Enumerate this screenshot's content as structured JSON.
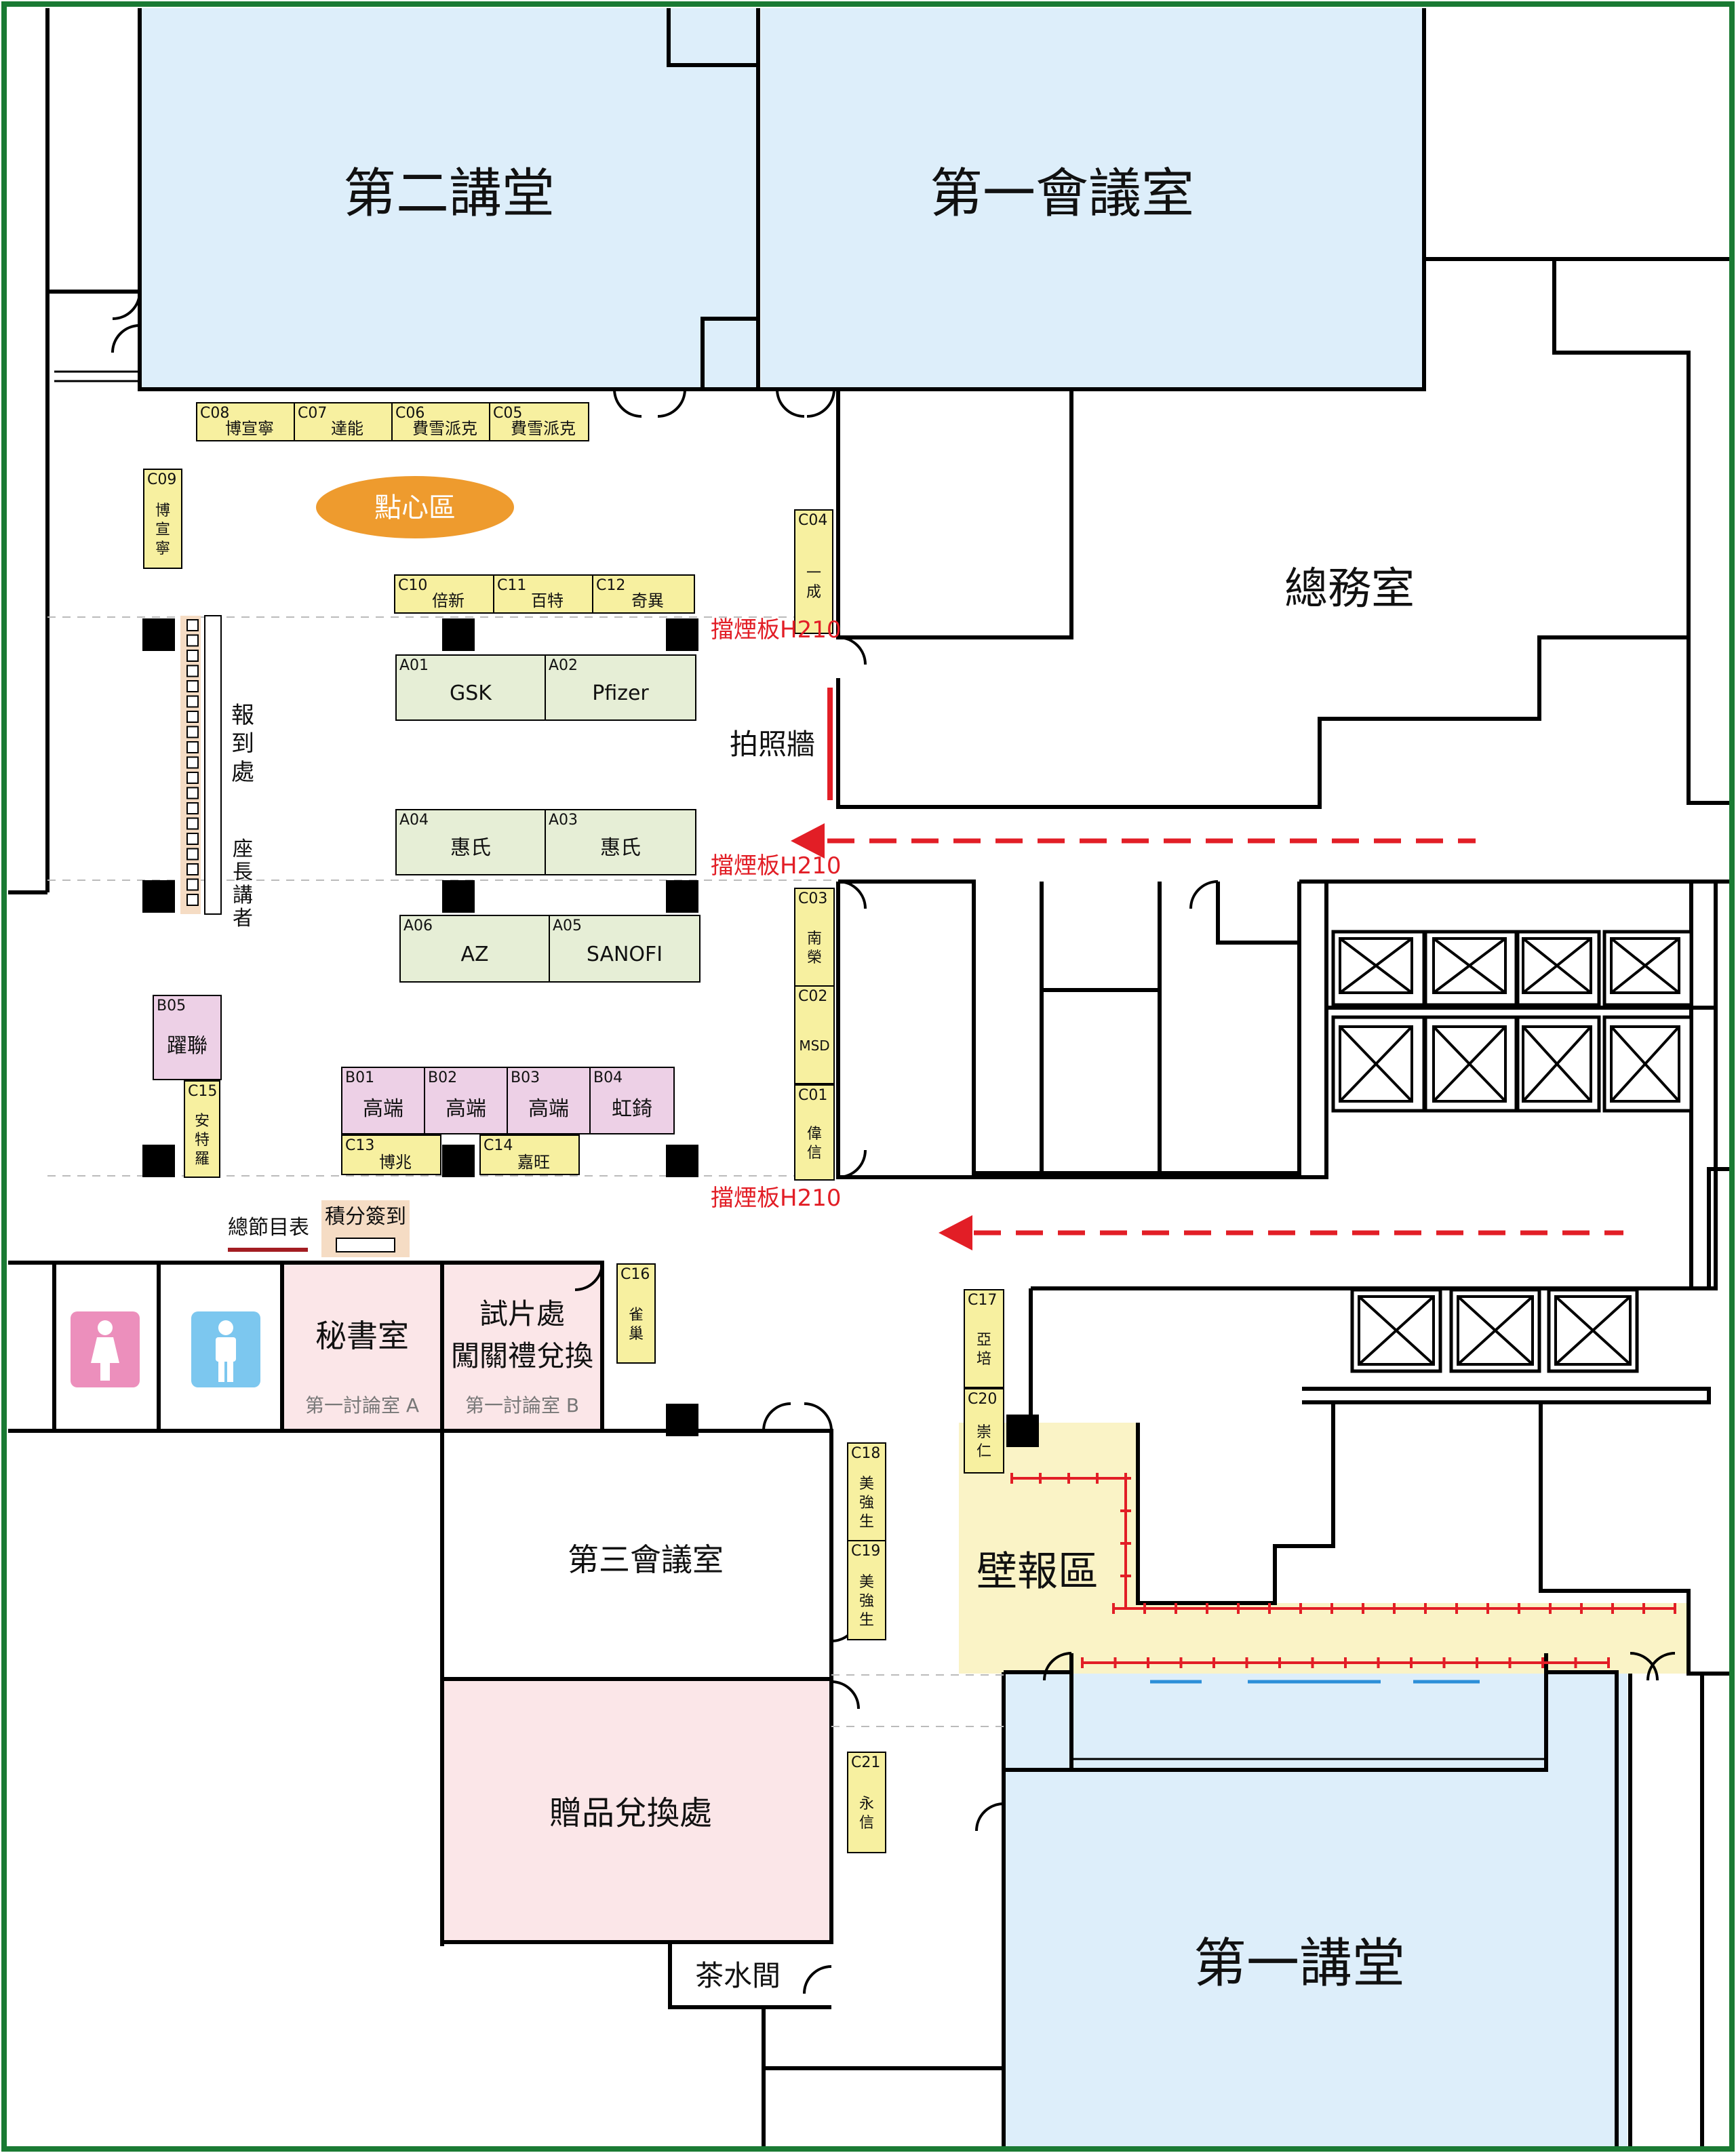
{
  "colors": {
    "frame": "#1a7a33",
    "wall": "#000000",
    "hall_fill": "#ddeefa",
    "booth_c": "#f7f0a0",
    "booth_a": "#e6eed6",
    "booth_b": "#edd0e6",
    "room_pink": "#fbe6e8",
    "snack": "#ee9b2e",
    "poster_zone": "#faf3c6",
    "red": "#e21e26",
    "blue_line": "#2c8fd8",
    "reg_desk": "#f5dcc4",
    "female_icon_bg": "#ec8fbc",
    "male_icon_bg": "#7cc7ef"
  },
  "rooms": {
    "lecture_hall_2": "第二講堂",
    "meeting_room_1": "第一會議室",
    "general_affairs": "總務室",
    "lecture_hall_1": "第一講堂",
    "meeting_room_3": "第三會議室",
    "gift_exchange": "贈品兌換處",
    "tea_room": "茶水間",
    "secretary": "秘書室",
    "secretary_sub": "第一討論室 A",
    "trial_line1": "試片處",
    "trial_line2": "闖關禮兌換",
    "trial_sub": "第一討論室 B"
  },
  "labels": {
    "snack_area": "點心區",
    "registration": [
      "報",
      "到",
      "處"
    ],
    "speaker": [
      "座",
      "長",
      "講",
      "者"
    ],
    "photo_wall": "拍照牆",
    "smoke_board": "擋煙板H210",
    "program": "總節目表",
    "points_checkin": "積分簽到",
    "poster_area": "壁報區"
  },
  "booths": [
    {
      "id": "C08",
      "name": "博宣寧",
      "type": "c"
    },
    {
      "id": "C07",
      "name": "達能",
      "type": "c"
    },
    {
      "id": "C06",
      "name": "費雪派克",
      "type": "c"
    },
    {
      "id": "C05",
      "name": "費雪派克",
      "type": "c"
    },
    {
      "id": "C09",
      "name": "博宣寧",
      "type": "c"
    },
    {
      "id": "C04",
      "name": "一成",
      "type": "c"
    },
    {
      "id": "C10",
      "name": "倍新",
      "type": "c"
    },
    {
      "id": "C11",
      "name": "百特",
      "type": "c"
    },
    {
      "id": "C12",
      "name": "奇異",
      "type": "c"
    },
    {
      "id": "A01",
      "name": "GSK",
      "type": "a"
    },
    {
      "id": "A02",
      "name": "Pfizer",
      "type": "a"
    },
    {
      "id": "A04",
      "name": "惠氏",
      "type": "a"
    },
    {
      "id": "A03",
      "name": "惠氏",
      "type": "a"
    },
    {
      "id": "A06",
      "name": "AZ",
      "type": "a"
    },
    {
      "id": "A05",
      "name": "SANOFI",
      "type": "a"
    },
    {
      "id": "C03",
      "name": "南榮",
      "type": "c"
    },
    {
      "id": "C02",
      "name": "MSD",
      "type": "c"
    },
    {
      "id": "C01",
      "name": "偉信",
      "type": "c"
    },
    {
      "id": "B05",
      "name": "躍聯",
      "type": "b"
    },
    {
      "id": "C15",
      "name": "安特羅",
      "type": "c"
    },
    {
      "id": "B01",
      "name": "高端",
      "type": "b"
    },
    {
      "id": "B02",
      "name": "高端",
      "type": "b"
    },
    {
      "id": "B03",
      "name": "高端",
      "type": "b"
    },
    {
      "id": "B04",
      "name": "虹錡",
      "type": "b"
    },
    {
      "id": "C13",
      "name": "博兆",
      "type": "c"
    },
    {
      "id": "C14",
      "name": "嘉旺",
      "type": "c"
    },
    {
      "id": "C16",
      "name": "雀巢",
      "type": "c"
    },
    {
      "id": "C17",
      "name": "亞培",
      "type": "c"
    },
    {
      "id": "C20",
      "name": "崇仁",
      "type": "c"
    },
    {
      "id": "C18",
      "name": "美強生",
      "type": "c"
    },
    {
      "id": "C19",
      "name": "美強生",
      "type": "c"
    },
    {
      "id": "C21",
      "name": "永信",
      "type": "c"
    }
  ]
}
